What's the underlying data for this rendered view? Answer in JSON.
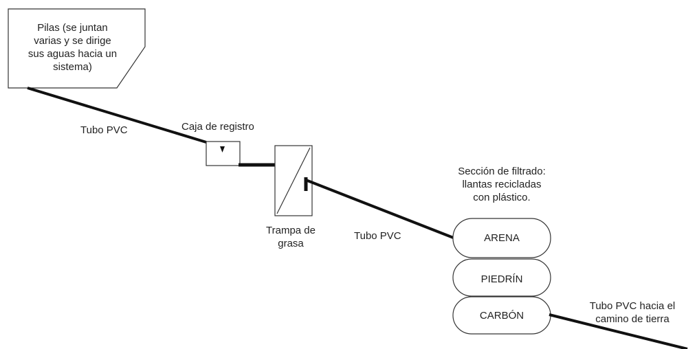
{
  "diagram": {
    "note": "Pilas (se juntan\nvarias y se dirige\nsus aguas hacia un\nsistema)",
    "pipe1_label": "Tubo PVC",
    "registro_label": "Caja de registro",
    "trampa_label": "Trampa de\ngrasa",
    "pipe2_label": "Tubo PVC",
    "filtrado_label": "Sección de filtrado:\nllantas recicladas\ncon plástico.",
    "filtros": [
      "ARENA",
      "PIEDRÍN",
      "CARBÓN"
    ],
    "pipe3_label": "Tubo PVC hacia el\ncamino de tierra"
  }
}
